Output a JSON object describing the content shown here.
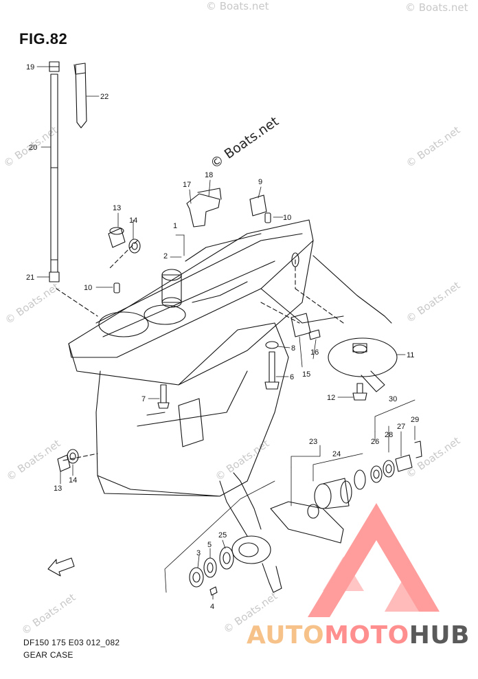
{
  "figure": {
    "title": "FIG.82"
  },
  "watermark": {
    "text": "© Boats.net"
  },
  "footer": {
    "code": "DF150 175 E03 012_082",
    "name": "GEAR CASE"
  },
  "brand": {
    "part1": "AUTO",
    "part2": "MOTO",
    "part3": "HUB"
  },
  "callouts": {
    "p1": "1",
    "p2": "2",
    "p3": "3",
    "p4": "4",
    "p5": "5",
    "p6": "6",
    "p7": "7",
    "p8": "8",
    "p9": "9",
    "p10": "10",
    "p11": "11",
    "p12": "12",
    "p13": "13",
    "p14": "14",
    "p15": "15",
    "p16": "16",
    "p17": "17",
    "p18": "18",
    "p19": "19",
    "p20": "20",
    "p21": "21",
    "p22": "22",
    "p23": "23",
    "p24": "24",
    "p25": "25",
    "p26": "26",
    "p27": "27",
    "p28": "28",
    "p29": "29",
    "p30": "30"
  },
  "icons": {
    "forward_arrow": "fwd-arrow-icon"
  },
  "colors": {
    "line": "#111111",
    "watermark": "#c8c8c8",
    "brand_triangle": "#ff8c8c",
    "brand_orange": "#f6c28a"
  }
}
